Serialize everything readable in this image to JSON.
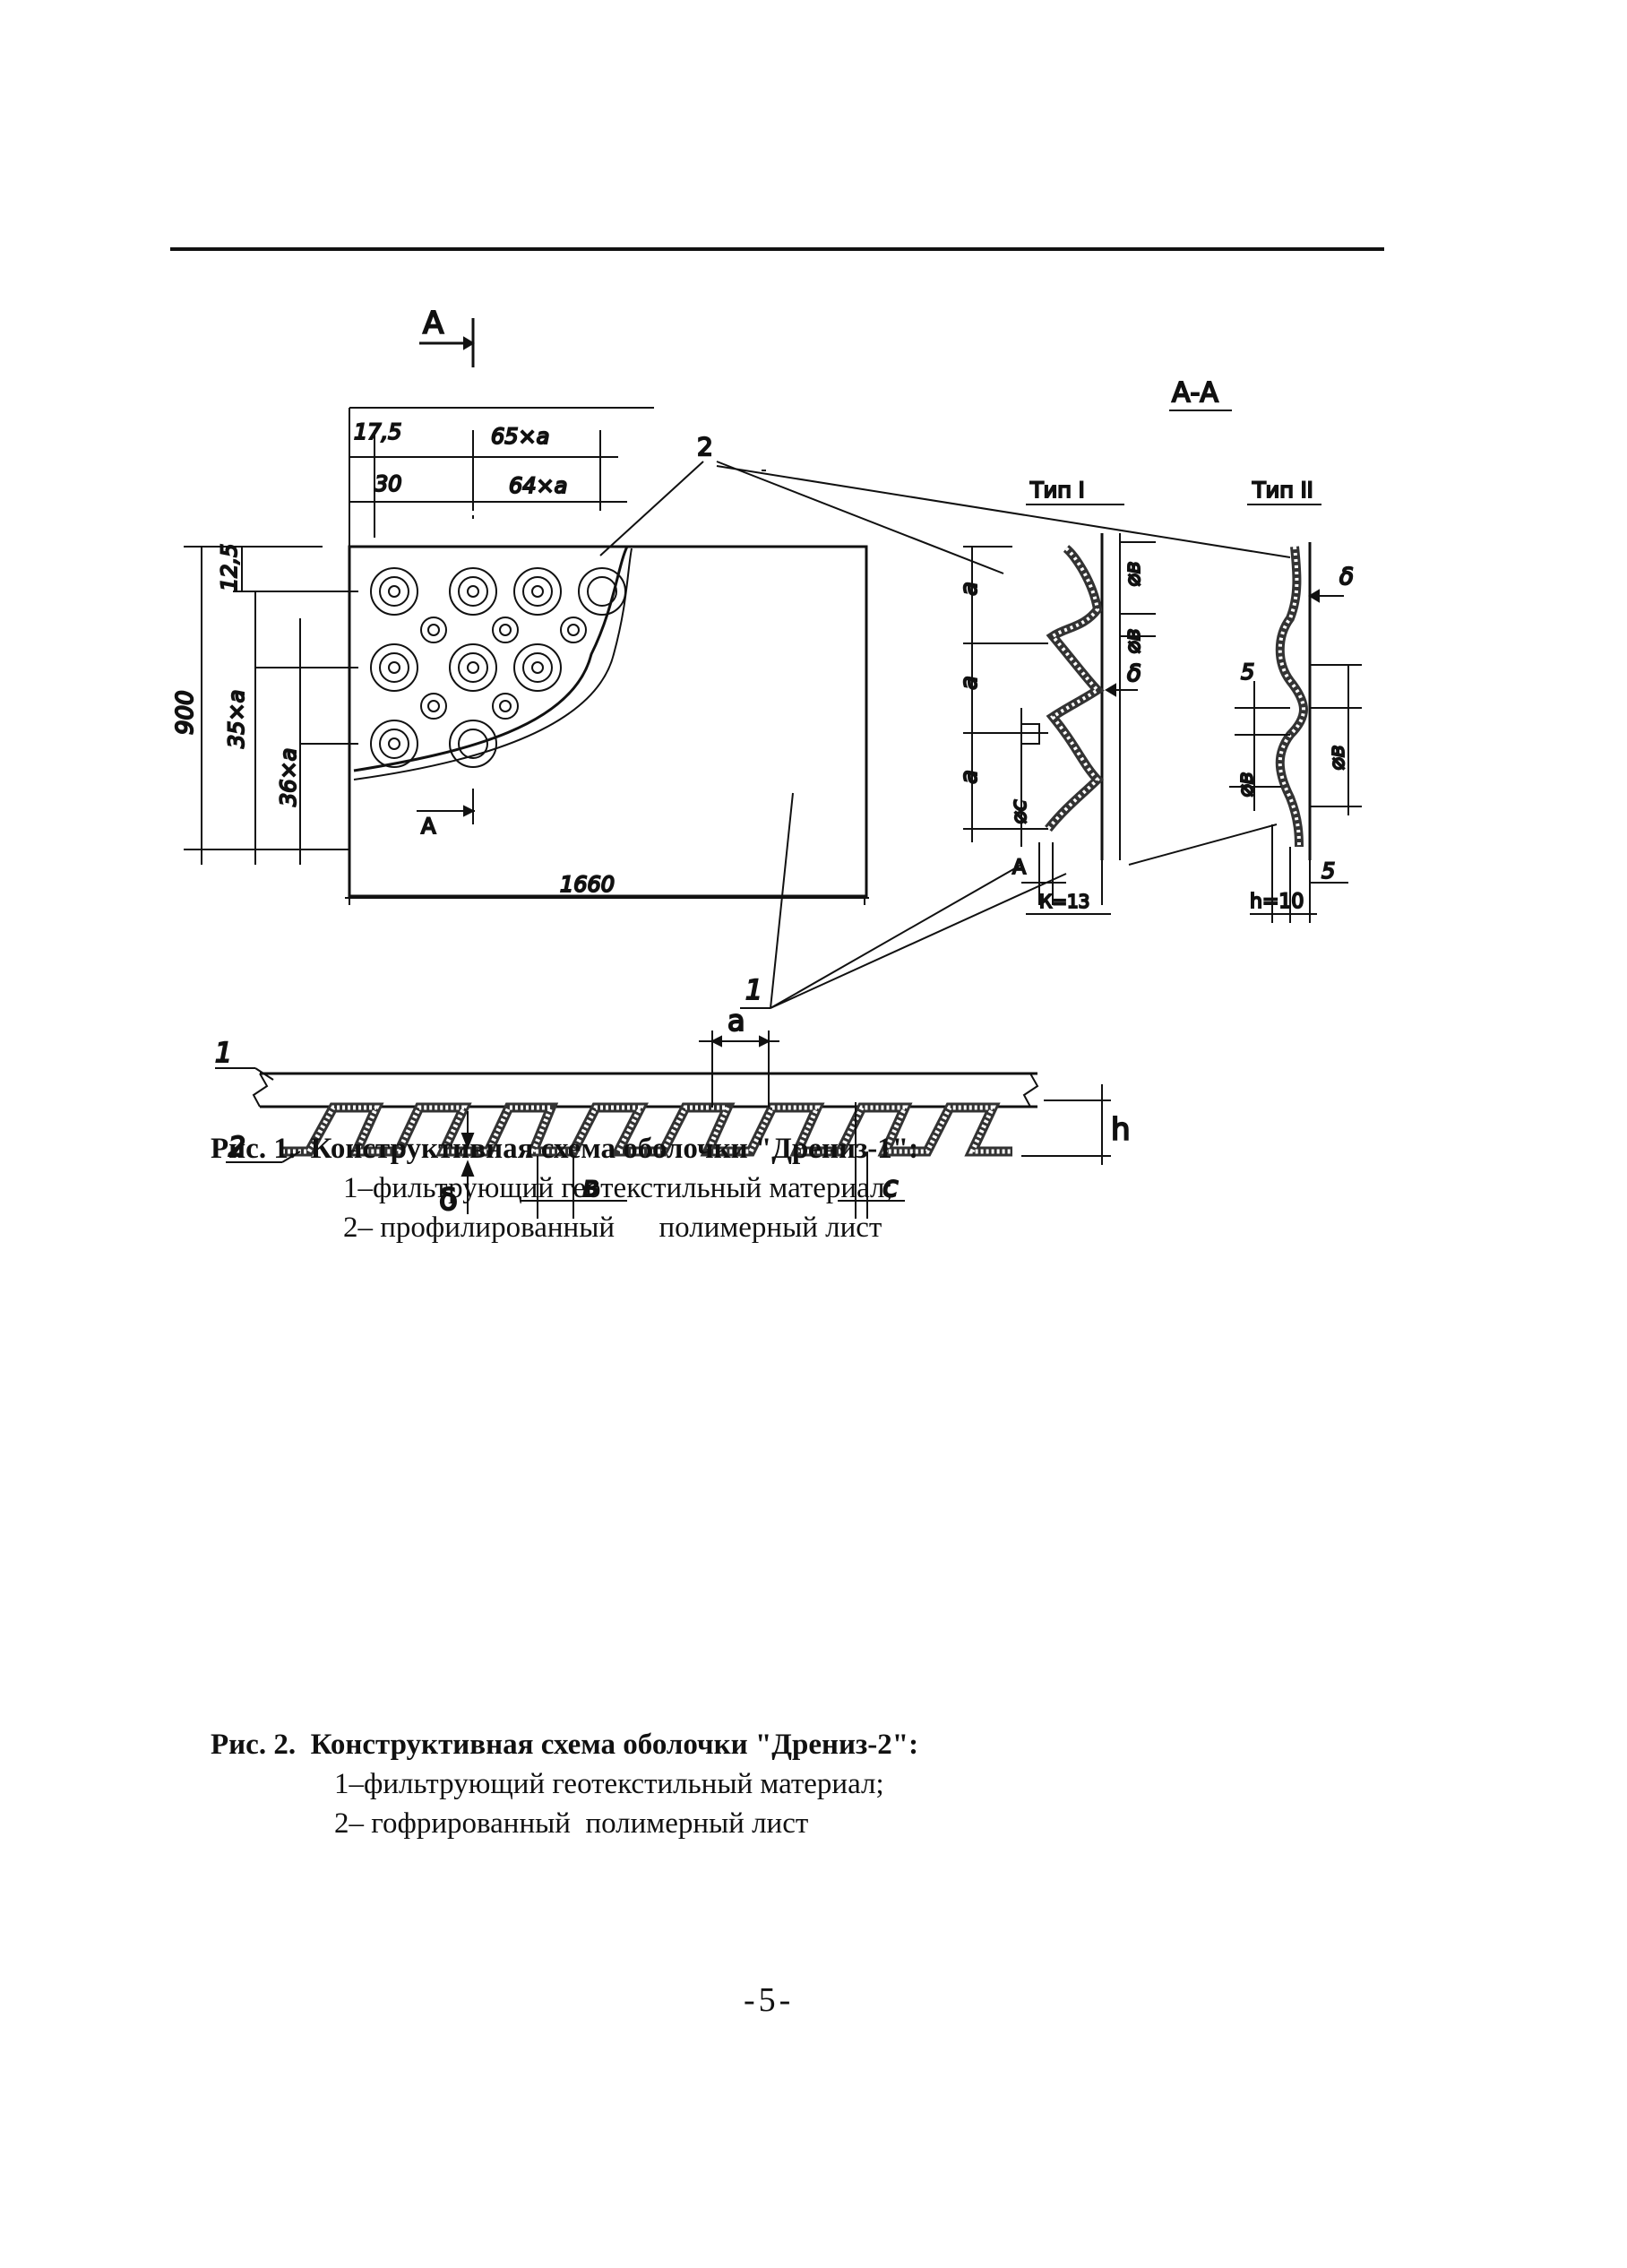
{
  "figure1": {
    "section_marker": "А",
    "section_title": "А-А",
    "type1_label": "Тип I",
    "type2_label": "Тип II",
    "callout_1": "1",
    "callout_2": "2",
    "dim_17_5": "17,5",
    "dim_65xa": "65×а",
    "dim_30": "30",
    "dim_64xa": "64×а",
    "dim_900": "900",
    "dim_12_5": "12,5",
    "dim_35xa": "35×а",
    "dim_36xa": "36×а",
    "dim_1660": "1660",
    "label_a": "а",
    "label_b": "⌀в",
    "label_c": "⌀с",
    "label_delta": "δ",
    "label_A": "А",
    "label_k13": "К=13",
    "label_5": "5",
    "label_h10": "h=10",
    "caption": {
      "number": "Рис. 1.",
      "title": "Конструктивная схема оболочки \"Дрениз-1\":",
      "item1": "1–фильтрующий геотекстильный материал;",
      "item2": "2– профилированный      полимерный лист"
    }
  },
  "figure2": {
    "callout_1": "1",
    "callout_2": "2",
    "label_a": "а",
    "label_h": "h",
    "label_delta": "δ",
    "label_b": "в",
    "label_c": "с",
    "caption": {
      "number": "Рис. 2.",
      "title": "Конструктивная схема оболочки \"Дрениз-2\":",
      "item1": "1–фильтрующий геотекстильный материал;",
      "item2": "2– гофрированный  полимерный лист"
    }
  },
  "page_number": "-5-"
}
